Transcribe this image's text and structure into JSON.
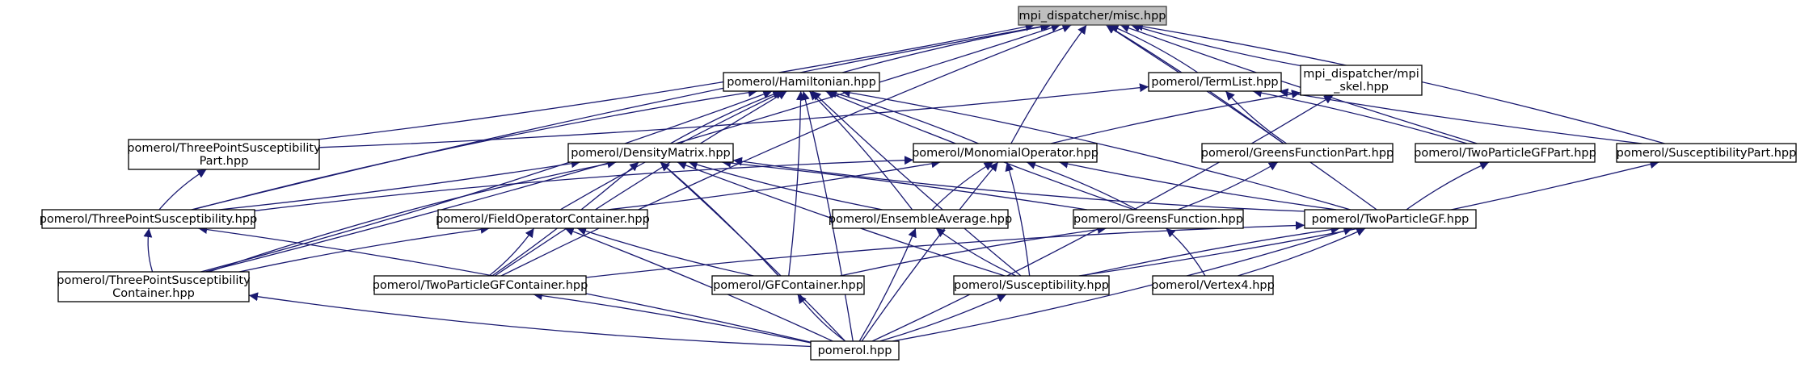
{
  "graph": {
    "kind": "include dependency graph",
    "colors": {
      "edge": "#191970",
      "root_fill": "#bfbfbf",
      "node_fill": "#ffffff",
      "node_border": "#000000"
    },
    "nodes": [
      {
        "id": "misc",
        "lines": [
          "mpi_dispatcher/misc.hpp"
        ],
        "root": true
      },
      {
        "id": "ham",
        "lines": [
          "pomerol/Hamiltonian.hpp"
        ]
      },
      {
        "id": "termlist",
        "lines": [
          "pomerol/TermList.hpp"
        ]
      },
      {
        "id": "mpiskel",
        "lines": [
          "mpi_dispatcher/mpi",
          "_skel.hpp"
        ]
      },
      {
        "id": "tpsp",
        "lines": [
          "pomerol/ThreePointSusceptibility",
          "Part.hpp"
        ]
      },
      {
        "id": "dm",
        "lines": [
          "pomerol/DensityMatrix.hpp"
        ]
      },
      {
        "id": "mono",
        "lines": [
          "pomerol/MonomialOperator.hpp"
        ]
      },
      {
        "id": "gfpart",
        "lines": [
          "pomerol/GreensFunctionPart.hpp"
        ]
      },
      {
        "id": "tpgfpart",
        "lines": [
          "pomerol/TwoParticleGFPart.hpp"
        ]
      },
      {
        "id": "susppart",
        "lines": [
          "pomerol/SusceptibilityPart.hpp"
        ]
      },
      {
        "id": "tps",
        "lines": [
          "pomerol/ThreePointSusceptibility.hpp"
        ]
      },
      {
        "id": "foc",
        "lines": [
          "pomerol/FieldOperatorContainer.hpp"
        ]
      },
      {
        "id": "ens",
        "lines": [
          "pomerol/EnsembleAverage.hpp"
        ]
      },
      {
        "id": "gf",
        "lines": [
          "pomerol/GreensFunction.hpp"
        ]
      },
      {
        "id": "tpgf",
        "lines": [
          "pomerol/TwoParticleGF.hpp"
        ]
      },
      {
        "id": "tpsc",
        "lines": [
          "pomerol/ThreePointSusceptibility",
          "Container.hpp"
        ]
      },
      {
        "id": "tpgfc",
        "lines": [
          "pomerol/TwoParticleGFContainer.hpp"
        ]
      },
      {
        "id": "gfc",
        "lines": [
          "pomerol/GFContainer.hpp"
        ]
      },
      {
        "id": "susc",
        "lines": [
          "pomerol/Susceptibility.hpp"
        ]
      },
      {
        "id": "v4",
        "lines": [
          "pomerol/Vertex4.hpp"
        ]
      },
      {
        "id": "pom",
        "lines": [
          "pomerol.hpp"
        ]
      }
    ],
    "edges": [
      {
        "from": "ham",
        "to": "misc"
      },
      {
        "from": "termlist",
        "to": "misc"
      },
      {
        "from": "mpiskel",
        "to": "misc"
      },
      {
        "from": "tpsp",
        "to": "misc"
      },
      {
        "from": "mono",
        "to": "misc"
      },
      {
        "from": "gfpart",
        "to": "misc"
      },
      {
        "from": "tpgfpart",
        "to": "misc"
      },
      {
        "from": "susppart",
        "to": "misc"
      },
      {
        "from": "tps",
        "to": "misc"
      },
      {
        "from": "tpsc",
        "to": "misc"
      },
      {
        "from": "tpgfc",
        "to": "misc"
      },
      {
        "from": "tpgf",
        "to": "misc"
      },
      {
        "from": "dm",
        "to": "ham"
      },
      {
        "from": "mono",
        "to": "ham"
      },
      {
        "from": "tps",
        "to": "ham"
      },
      {
        "from": "tpsc",
        "to": "ham"
      },
      {
        "from": "foc",
        "to": "ham"
      },
      {
        "from": "ens",
        "to": "ham"
      },
      {
        "from": "gf",
        "to": "ham"
      },
      {
        "from": "tpgf",
        "to": "ham"
      },
      {
        "from": "tpgfc",
        "to": "ham"
      },
      {
        "from": "gfc",
        "to": "ham"
      },
      {
        "from": "susc",
        "to": "ham"
      },
      {
        "from": "pom",
        "to": "ham"
      },
      {
        "from": "gfpart",
        "to": "termlist"
      },
      {
        "from": "tpgfpart",
        "to": "termlist"
      },
      {
        "from": "susppart",
        "to": "termlist"
      },
      {
        "from": "tpsp",
        "to": "termlist"
      },
      {
        "from": "mono",
        "to": "mpiskel"
      },
      {
        "from": "pom",
        "to": "mpiskel"
      },
      {
        "from": "tps",
        "to": "tpsp"
      },
      {
        "from": "tps",
        "to": "dm"
      },
      {
        "from": "tpsc",
        "to": "dm"
      },
      {
        "from": "tpgfc",
        "to": "dm"
      },
      {
        "from": "ens",
        "to": "dm"
      },
      {
        "from": "gf",
        "to": "dm"
      },
      {
        "from": "tpgf",
        "to": "dm"
      },
      {
        "from": "gfc",
        "to": "dm"
      },
      {
        "from": "susc",
        "to": "dm"
      },
      {
        "from": "pom",
        "to": "dm"
      },
      {
        "from": "tps",
        "to": "mono"
      },
      {
        "from": "foc",
        "to": "mono"
      },
      {
        "from": "ens",
        "to": "mono"
      },
      {
        "from": "gf",
        "to": "mono"
      },
      {
        "from": "tpgf",
        "to": "mono"
      },
      {
        "from": "susc",
        "to": "mono"
      },
      {
        "from": "pom",
        "to": "mono"
      },
      {
        "from": "gf",
        "to": "gfpart"
      },
      {
        "from": "tpgf",
        "to": "tpgfpart"
      },
      {
        "from": "susc",
        "to": "susppart"
      },
      {
        "from": "tpsc",
        "to": "tps"
      },
      {
        "from": "pom",
        "to": "tps"
      },
      {
        "from": "tpsc",
        "to": "foc"
      },
      {
        "from": "tpgfc",
        "to": "foc"
      },
      {
        "from": "gfc",
        "to": "foc"
      },
      {
        "from": "pom",
        "to": "foc"
      },
      {
        "from": "susc",
        "to": "ens"
      },
      {
        "from": "pom",
        "to": "ens"
      },
      {
        "from": "gfc",
        "to": "gf"
      },
      {
        "from": "v4",
        "to": "gf"
      },
      {
        "from": "tpgfc",
        "to": "tpgf"
      },
      {
        "from": "v4",
        "to": "tpgf"
      },
      {
        "from": "susc",
        "to": "tpgf"
      },
      {
        "from": "pom",
        "to": "tpgf"
      },
      {
        "from": "pom",
        "to": "tpsc"
      },
      {
        "from": "pom",
        "to": "tpgfc"
      },
      {
        "from": "pom",
        "to": "gfc"
      },
      {
        "from": "pom",
        "to": "susc"
      }
    ]
  }
}
